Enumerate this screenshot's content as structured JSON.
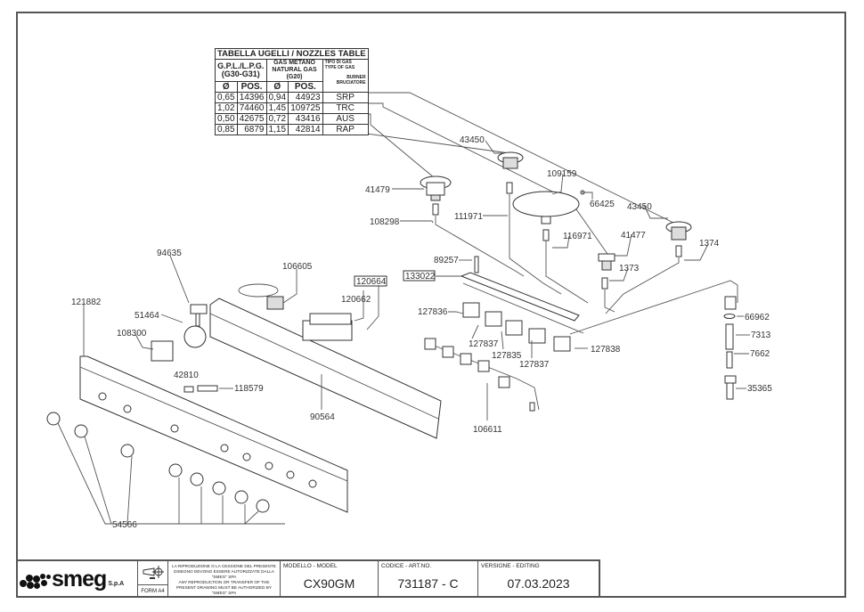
{
  "nozzle_table": {
    "title": "TABELLA UGELLI / NOZZLES TABLE",
    "gas_lpg": {
      "line1": "G.P.L./L.P.G.",
      "line2": "(G30-G31)"
    },
    "gas_natural": {
      "line1": "GAS METANO",
      "line2": "NATURAL GAS",
      "line3": "(G20)"
    },
    "type_of_gas": {
      "it": "TIPO DI GAS",
      "en": "TYPE OF GAS"
    },
    "burner": {
      "en": "BURNER",
      "it": "BRUCIATORE"
    },
    "col_diameter": "Ø",
    "col_pos": "POS.",
    "rows": [
      {
        "lpg_d": "0,65",
        "lpg_pos": "14396",
        "ng_d": "0,94",
        "ng_pos": "44923",
        "burner": "SRP"
      },
      {
        "lpg_d": "1,02",
        "lpg_pos": "74460",
        "ng_d": "1,45",
        "ng_pos": "109725",
        "burner": "TRC"
      },
      {
        "lpg_d": "0,50",
        "lpg_pos": "42675",
        "ng_d": "0,72",
        "ng_pos": "43416",
        "burner": "AUS"
      },
      {
        "lpg_d": "0,85",
        "lpg_pos": "6879",
        "ng_d": "1,15",
        "ng_pos": "42814",
        "burner": "RAP"
      }
    ]
  },
  "part_labels": {
    "p43450a": "43450",
    "p109159": "109159",
    "p66425": "66425",
    "p43450b": "43450",
    "p41479": "41479",
    "p108298": "108298",
    "p111971": "111971",
    "p116971": "116971",
    "p41477": "41477",
    "p1374": "1374",
    "p1373": "1373",
    "p89257": "89257",
    "p133022": "133022",
    "p94635": "94635",
    "p106605": "106605",
    "p120664": "120664",
    "p120662": "120662",
    "p121882": "121882",
    "p51464": "51464",
    "p108300": "108300",
    "p127836": "127836",
    "p127837a": "127837",
    "p127835": "127835",
    "p127837b": "127837",
    "p127838": "127838",
    "p66962": "66962",
    "p7313": "7313",
    "p7662": "7662",
    "p35365": "35365",
    "p42810": "42810",
    "p118579": "118579",
    "p90564": "90564",
    "p106611": "106611",
    "p54566": "54566"
  },
  "title_block": {
    "brand": "smeg",
    "brand_suffix": "S.p.A",
    "form": "FORM A4",
    "legal_it": "LA RIPRODUZIONE O LA CESSIONE DEL PRESENTE DISEGNO DEVONO ESSERE AUTORIZZATE DALLA \"SMEG\" SPA",
    "legal_en": "ANY REPRODUCTION OR TRANSFER OF THE PRESENT DRAWING MUST BE AUTHORIZED BY \"SMEG\" SPA",
    "model_caption": "MODELLO - MODEL",
    "model": "CX90GM",
    "code_caption": "CODICE - ART.NO.",
    "code": "731187 - C",
    "version_caption": "VERSIONE - EDITING",
    "version": "07.03.2023"
  }
}
